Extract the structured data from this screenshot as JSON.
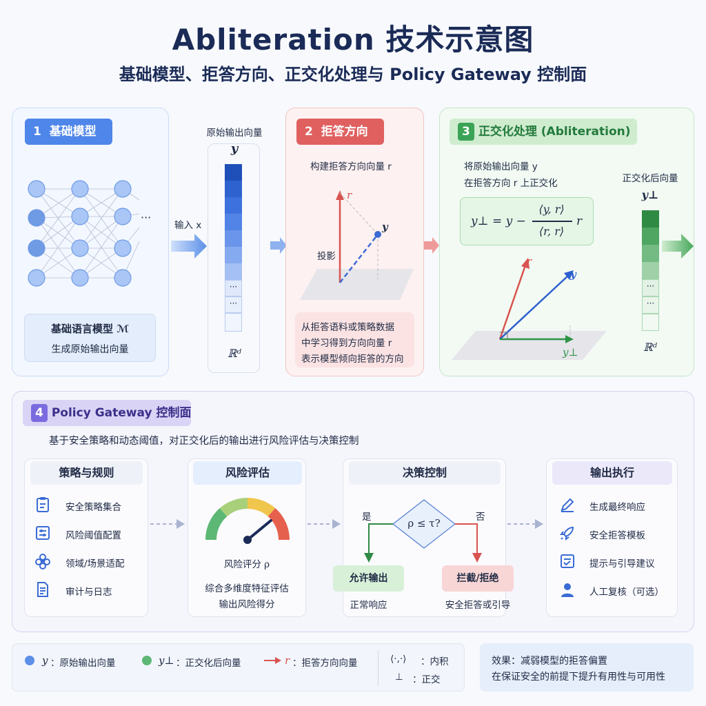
{
  "header": {
    "title": "Abliteration 技术示意图",
    "subtitle": "基础模型、拒答方向、正交化处理与 Policy Gateway 控制面"
  },
  "panel1": {
    "badge_num": "1",
    "badge_label": "基础模型",
    "ellipsis": "···",
    "input_label": "输入 x",
    "vector_title": "原始输出向量",
    "vector_symbol": "y",
    "vector_dots": [
      "···",
      "···"
    ],
    "space_label": "ℝᵈ",
    "note_line1": "基础语言模型 ℳ",
    "note_line2": "生成原始输出向量"
  },
  "panel2": {
    "badge_num": "2",
    "badge_label": "拒答方向",
    "heading": "构建拒答方向向量 r",
    "r_label": "r",
    "y_label": "y",
    "projection_label": "投影",
    "note_lines": [
      "从拒答语料或策略数据",
      "中学习得到方向向量 r",
      "表示模型倾向拒答的方向"
    ]
  },
  "panel3": {
    "badge_num": "3",
    "badge_label": "正交化处理 (Abliteration)",
    "desc_line1": "将原始输出向量 y",
    "desc_line2": "在拒答方向 r 上正交化",
    "formula_lhs": "y⊥ = y −",
    "formula_num": "⟨y, r⟩",
    "formula_den": "⟨r, r⟩",
    "formula_tail": "r",
    "r_label": "r",
    "y_label": "y",
    "yperp_label": "y⊥",
    "vector_title": "正交化后向量",
    "vector_symbol": "y⊥",
    "vector_dots": [
      "···",
      "···"
    ],
    "space_label": "ℝᵈ"
  },
  "panel4": {
    "badge_num": "4",
    "badge_label": "Policy Gateway 控制面",
    "description": "基于安全策略和动态阈值，对正交化后的输出进行风险评估与决策控制",
    "policy": {
      "title": "策略与规则",
      "items": [
        "安全策略集合",
        "风险阈值配置",
        "领域/场景适配",
        "审计与日志"
      ],
      "icons": [
        "clipboard-icon",
        "sliders-icon",
        "flower-icon",
        "document-icon"
      ]
    },
    "risk": {
      "title": "风险评估",
      "gauge_level": 0.78,
      "score_label": "风险评分 ρ",
      "desc_line1": "综合多维度特征评估",
      "desc_line2": "输出风险得分"
    },
    "decision": {
      "title": "决策控制",
      "condition": "ρ ≤ τ?",
      "yes_label": "是",
      "no_label": "否",
      "allow_label": "允许输出",
      "allow_desc": "正常响应",
      "block_label": "拦截/拒绝",
      "block_desc": "安全拒答或引导"
    },
    "execute": {
      "title": "输出执行",
      "items": [
        "生成最终响应",
        "安全拒答模板",
        "提示与引导建议",
        "人工复核（可选）"
      ],
      "icons": [
        "pen-icon",
        "rocket-icon",
        "checklist-icon",
        "person-icon"
      ]
    }
  },
  "legend": {
    "y_symbol": "y",
    "y_desc": "：原始输出向量",
    "yperp_symbol": "y⊥",
    "yperp_desc": "：正交化后向量",
    "r_symbol": "r",
    "r_desc": "：拒答方向向量",
    "inner_symbol": "⟨·,·⟩",
    "inner_desc": "：内积",
    "perp_symbol": "⊥",
    "perp_desc": "：正交"
  },
  "effect": {
    "line1": "效果：减弱模型的拒答偏置",
    "line2": "在保证安全的前提下提升有用性与可用性"
  },
  "colors": {
    "blue": "#4f86ea",
    "red": "#e06060",
    "green": "#3aa356",
    "purple": "#7b6be0"
  }
}
